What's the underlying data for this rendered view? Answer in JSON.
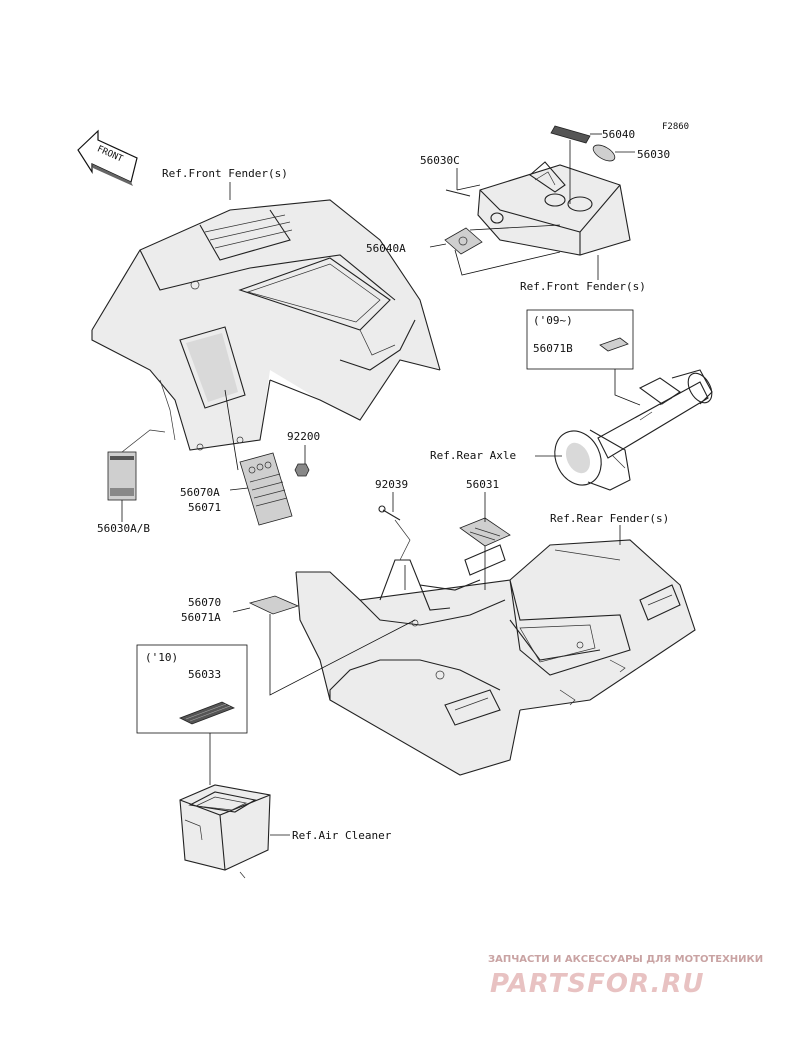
{
  "figure_code": "F2860",
  "front_arrow": "FRONT",
  "refs": {
    "front_fender_1": "Ref.Front Fender(s)",
    "front_fender_2": "Ref.Front Fender(s)",
    "rear_axle": "Ref.Rear Axle",
    "rear_fender": "Ref.Rear Fender(s)",
    "air_cleaner": "Ref.Air Cleaner"
  },
  "parts": {
    "p56040": "56040",
    "p56030": "56030",
    "p56030C": "56030C",
    "p56040A": "56040A",
    "p56071B": "56071B",
    "p92200": "92200",
    "p56070A": "56070A",
    "p56071": "56071",
    "p56030AB": "56030A/B",
    "p92039": "92039",
    "p56031": "56031",
    "p56070": "56070",
    "p56071A": "56071A",
    "p56033": "56033"
  },
  "boxes": {
    "year_09": "('09~)",
    "year_10": "('10)"
  },
  "watermark": {
    "tagline": "ЗАПЧАСТИ И АКСЕССУАРЫ ДЛЯ МОТОТЕХНИКИ",
    "logo": "PARTSFOR.RU"
  }
}
